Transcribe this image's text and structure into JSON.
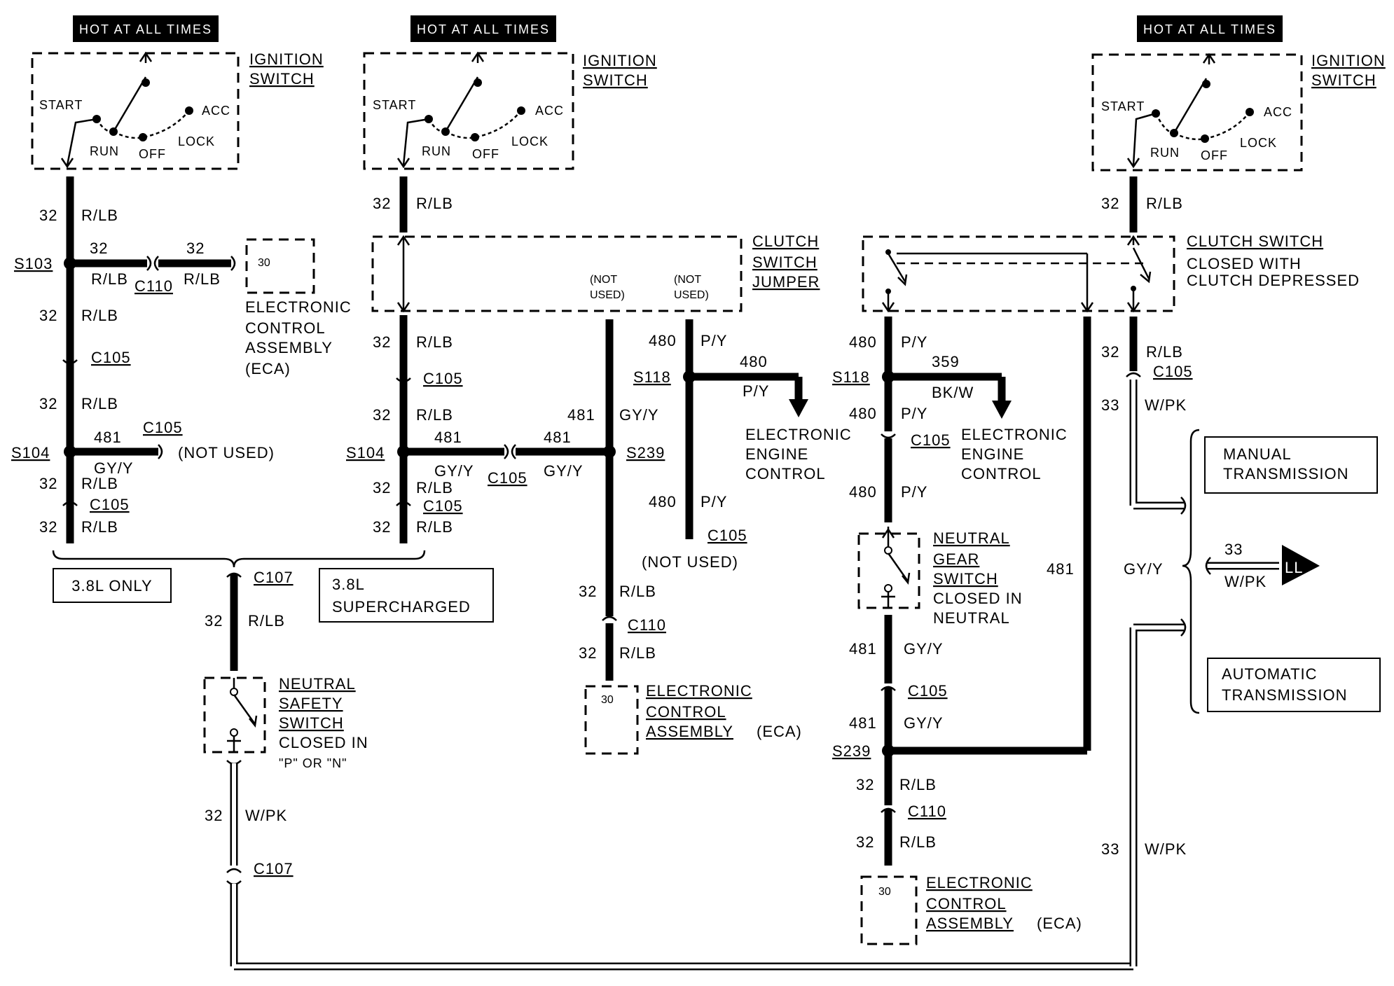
{
  "headers": {
    "hot": "HOT AT ALL TIMES"
  },
  "ignition": {
    "title1": "IGNITION",
    "title2": "SWITCH",
    "start": "START",
    "run": "RUN",
    "off": "OFF",
    "acc": "ACC",
    "lock": "LOCK"
  },
  "wires": {
    "w32": "32",
    "rlb": "R/LB",
    "w481": "481",
    "gyy": "GY/Y",
    "w480": "480",
    "py": "P/Y",
    "w359": "359",
    "bkw": "BK/W",
    "w33": "33",
    "wpk": "W/PK"
  },
  "splices": {
    "s103": "S103",
    "s104": "S104",
    "s118": "S118",
    "s239": "S239"
  },
  "connectors": {
    "c105": "C105",
    "c107": "C107",
    "c110": "C110"
  },
  "components": {
    "eca_pin": "30",
    "eca1": "ELECTRONIC",
    "eca2": "CONTROL",
    "eca3": "ASSEMBLY",
    "eca4": "(ECA)",
    "eec1": "ELECTRONIC",
    "eec2": "ENGINE",
    "eec3": "CONTROL",
    "not_used": "(NOT USED)",
    "not": "(NOT",
    "used": "USED)",
    "cj1": "CLUTCH",
    "cj2": "SWITCH",
    "cj3": "JUMPER",
    "cs1": "CLUTCH SWITCH",
    "cs2": "CLOSED WITH",
    "cs3": "CLUTCH DEPRESSED",
    "ng1": "NEUTRAL",
    "ng2": "GEAR",
    "ng3": "SWITCH",
    "ng4": "CLOSED IN",
    "ng5": "NEUTRAL",
    "ns1": "NEUTRAL",
    "ns2": "SAFETY",
    "ns3": "SWITCH",
    "ns4": "CLOSED IN",
    "ns5": "\"P\" OR \"N\"",
    "only38": "3.8L ONLY",
    "sc1": "3.8L",
    "sc2": "SUPERCHARGED",
    "man1": "MANUAL",
    "man2": "TRANSMISSION",
    "aut1": "AUTOMATIC",
    "aut2": "TRANSMISSION",
    "ll": "LL"
  }
}
